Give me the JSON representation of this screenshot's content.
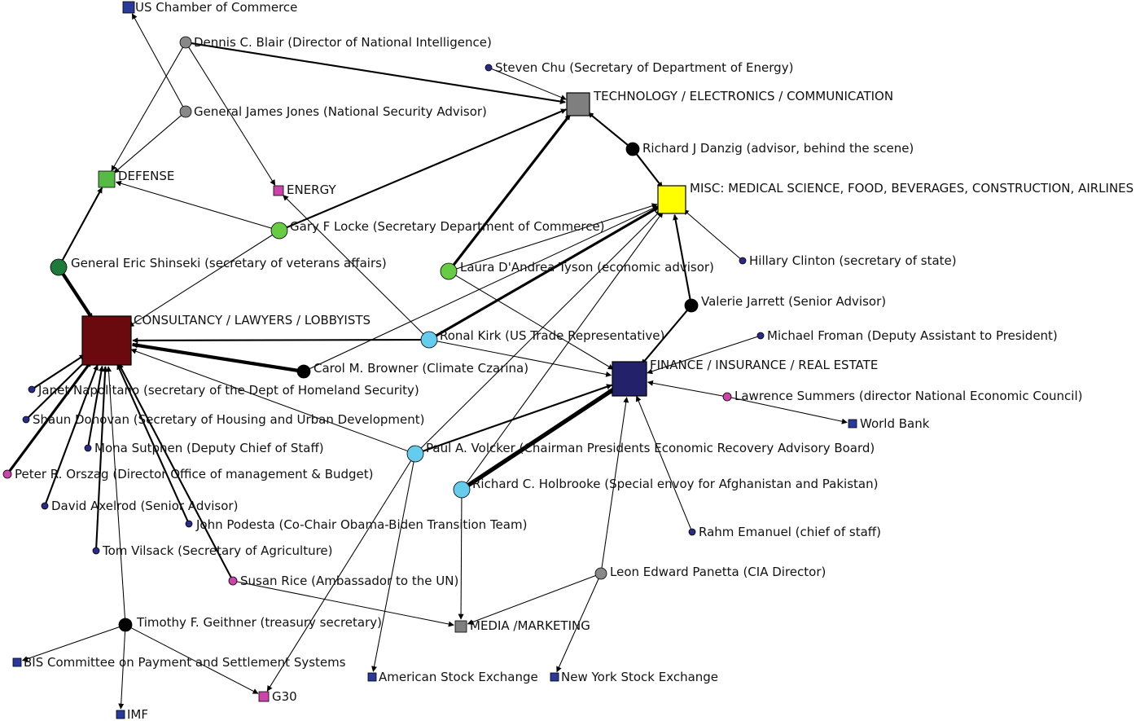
{
  "colors": {
    "consultancy": "#6b0a0e",
    "finance": "#24216b",
    "tech": "#7f7f7f",
    "misc": "#ffff00",
    "defense": "#55bb44",
    "energy": "#cc44aa",
    "media": "#7f7f7f",
    "small_square": "#2a3a9a",
    "g30": "#cc44aa",
    "black": "#000000",
    "dark_green": "#1d7a3a",
    "light_green": "#66cc44",
    "cyan": "#66ccee",
    "gray": "#888888",
    "navy": "#2a2a88",
    "pink": "#cc44aa",
    "edge": "#000000"
  },
  "nodes": [
    {
      "id": "uscc",
      "label": "US Chamber of Commerce",
      "shape": "square",
      "color": "small_square"
    },
    {
      "id": "blair",
      "label": "Dennis C. Blair  (Director of National Intelligence)",
      "shape": "circle",
      "color": "gray"
    },
    {
      "id": "chu",
      "label": "Steven Chu (Secretary of Department of Energy)",
      "shape": "circle",
      "color": "navy"
    },
    {
      "id": "tech",
      "label": "TECHNOLOGY / ELECTRONICS / COMMUNICATION",
      "shape": "square",
      "color": "tech"
    },
    {
      "id": "jones",
      "label": "General James Jones (National Security Advisor)",
      "shape": "circle",
      "color": "gray"
    },
    {
      "id": "danzig",
      "label": "Richard J Danzig (advisor, behind the scene)",
      "shape": "circle",
      "color": "black"
    },
    {
      "id": "defense",
      "label": "DEFENSE",
      "shape": "square",
      "color": "defense"
    },
    {
      "id": "energy",
      "label": "ENERGY",
      "shape": "square",
      "color": "energy"
    },
    {
      "id": "misc",
      "label": "MISC: MEDICAL SCIENCE, FOOD, BEVERAGES, CONSTRUCTION, AIRLINES",
      "shape": "square",
      "color": "misc"
    },
    {
      "id": "locke",
      "label": "Gary F Locke (Secretary Department of Commerce)",
      "shape": "circle",
      "color": "light_green"
    },
    {
      "id": "shinseki",
      "label": "General Eric Shinseki (secretary of veterans affairs)",
      "shape": "circle",
      "color": "dark_green"
    },
    {
      "id": "tyson",
      "label": "Laura D'Andrea Tyson (economic advisor)",
      "shape": "circle",
      "color": "light_green"
    },
    {
      "id": "clinton",
      "label": "Hillary Clinton (secretary of state)",
      "shape": "circle",
      "color": "navy"
    },
    {
      "id": "jarrett",
      "label": "Valerie Jarrett (Senior Advisor)",
      "shape": "circle",
      "color": "black"
    },
    {
      "id": "consult",
      "label": "CONSULTANCY / LAWYERS / LOBBYISTS",
      "shape": "square",
      "color": "consultancy"
    },
    {
      "id": "kirk",
      "label": "Ronal Kirk (US Trade Representative)",
      "shape": "circle",
      "color": "cyan"
    },
    {
      "id": "froman",
      "label": "Michael Froman (Deputy Assistant to President)",
      "shape": "circle",
      "color": "navy"
    },
    {
      "id": "finance",
      "label": "FINANCE / INSURANCE / REAL ESTATE",
      "shape": "square",
      "color": "finance"
    },
    {
      "id": "browner",
      "label": "Carol M. Browner (Climate Czarina)",
      "shape": "circle",
      "color": "black"
    },
    {
      "id": "napolitano",
      "label": "Janet Napolitano (secretary of the Dept of Homeland Security)",
      "shape": "circle",
      "color": "navy"
    },
    {
      "id": "summers",
      "label": "Lawrence Summers (director National Economic Council)",
      "shape": "circle",
      "color": "pink"
    },
    {
      "id": "worldbank",
      "label": "World Bank",
      "shape": "square",
      "color": "small_square"
    },
    {
      "id": "donovan",
      "label": "Shaun Donovan (Secretary of Housing and Urban Development)",
      "shape": "circle",
      "color": "navy"
    },
    {
      "id": "sutphen",
      "label": "Mona Sutphen (Deputy Chief of Staff)",
      "shape": "circle",
      "color": "navy"
    },
    {
      "id": "volcker",
      "label": "Paul A. Volcker (Chairman Presidents Economic Recovery Advisory Board)",
      "shape": "circle",
      "color": "cyan"
    },
    {
      "id": "orszag",
      "label": "Peter R. Orszag (Director Office of management & Budget)",
      "shape": "circle",
      "color": "pink"
    },
    {
      "id": "holbrooke",
      "label": "Richard C. Holbrooke (Special envoy for Afghanistan and Pakistan)",
      "shape": "circle",
      "color": "cyan"
    },
    {
      "id": "axelrod",
      "label": "David Axelrod (Senior Advisor)",
      "shape": "circle",
      "color": "navy"
    },
    {
      "id": "podesta",
      "label": "John Podesta (Co-Chair Obama-Biden Transition Team)",
      "shape": "circle",
      "color": "navy"
    },
    {
      "id": "emanuel",
      "label": "Rahm Emanuel (chief of staff)",
      "shape": "circle",
      "color": "navy"
    },
    {
      "id": "vilsack",
      "label": "Tom Vilsack (Secretary of Agriculture)",
      "shape": "circle",
      "color": "navy"
    },
    {
      "id": "panetta",
      "label": "Leon Edward Panetta (CIA Director)",
      "shape": "circle",
      "color": "gray"
    },
    {
      "id": "rice",
      "label": "Susan Rice (Ambassador to the UN)",
      "shape": "circle",
      "color": "pink"
    },
    {
      "id": "geithner",
      "label": "Timothy F. Geithner (treasury secretary)",
      "shape": "circle",
      "color": "black"
    },
    {
      "id": "media",
      "label": "MEDIA /MARKETING",
      "shape": "square",
      "color": "media"
    },
    {
      "id": "bis",
      "label": "BIS Committee on Payment and Settlement Systems",
      "shape": "square",
      "color": "small_square"
    },
    {
      "id": "amex",
      "label": "American Stock Exchange",
      "shape": "square",
      "color": "small_square"
    },
    {
      "id": "nyse",
      "label": "New York Stock Exchange",
      "shape": "square",
      "color": "small_square"
    },
    {
      "id": "g30",
      "label": "G30",
      "shape": "square",
      "color": "g30"
    },
    {
      "id": "imf",
      "label": "IMF",
      "shape": "square",
      "color": "small_square"
    }
  ],
  "edges": [
    {
      "from": "jones",
      "to": "uscc",
      "weight": 1
    },
    {
      "from": "blair",
      "to": "defense",
      "weight": 1
    },
    {
      "from": "blair",
      "to": "energy",
      "weight": 1
    },
    {
      "from": "blair",
      "to": "tech",
      "weight": 2
    },
    {
      "from": "jones",
      "to": "defense",
      "weight": 1
    },
    {
      "from": "chu",
      "to": "tech",
      "weight": 1
    },
    {
      "from": "danzig",
      "to": "tech",
      "weight": 2
    },
    {
      "from": "danzig",
      "to": "misc",
      "weight": 2
    },
    {
      "from": "locke",
      "to": "defense",
      "weight": 1
    },
    {
      "from": "locke",
      "to": "tech",
      "weight": 2
    },
    {
      "from": "locke",
      "to": "consult",
      "weight": 1
    },
    {
      "from": "shinseki",
      "to": "defense",
      "weight": 2
    },
    {
      "from": "shinseki",
      "to": "consult",
      "weight": 4
    },
    {
      "from": "tyson",
      "to": "tech",
      "weight": 3
    },
    {
      "from": "tyson",
      "to": "misc",
      "weight": 1
    },
    {
      "from": "tyson",
      "to": "finance",
      "weight": 1
    },
    {
      "from": "clinton",
      "to": "misc",
      "weight": 1
    },
    {
      "from": "jarrett",
      "to": "misc",
      "weight": 2
    },
    {
      "from": "jarrett",
      "to": "finance",
      "weight": 2
    },
    {
      "from": "kirk",
      "to": "energy",
      "weight": 1
    },
    {
      "from": "kirk",
      "to": "consult",
      "weight": 2
    },
    {
      "from": "kirk",
      "to": "misc",
      "weight": 3
    },
    {
      "from": "kirk",
      "to": "finance",
      "weight": 1
    },
    {
      "from": "browner",
      "to": "consult",
      "weight": 4
    },
    {
      "from": "browner",
      "to": "misc",
      "weight": 1
    },
    {
      "from": "froman",
      "to": "finance",
      "weight": 1
    },
    {
      "from": "summers",
      "to": "finance",
      "weight": 1
    },
    {
      "from": "summers",
      "to": "worldbank",
      "weight": 1
    },
    {
      "from": "volcker",
      "to": "consult",
      "weight": 1
    },
    {
      "from": "volcker",
      "to": "finance",
      "weight": 2
    },
    {
      "from": "volcker",
      "to": "misc",
      "weight": 1
    },
    {
      "from": "volcker",
      "to": "g30",
      "weight": 1
    },
    {
      "from": "volcker",
      "to": "amex",
      "weight": 1
    },
    {
      "from": "holbrooke",
      "to": "finance",
      "weight": 5
    },
    {
      "from": "holbrooke",
      "to": "misc",
      "weight": 1
    },
    {
      "from": "holbrooke",
      "to": "media",
      "weight": 1
    },
    {
      "from": "emanuel",
      "to": "finance",
      "weight": 1
    },
    {
      "from": "panetta",
      "to": "finance",
      "weight": 1
    },
    {
      "from": "panetta",
      "to": "media",
      "weight": 1
    },
    {
      "from": "panetta",
      "to": "nyse",
      "weight": 1
    },
    {
      "from": "rice",
      "to": "media",
      "weight": 1
    },
    {
      "from": "napolitano",
      "to": "consult",
      "weight": 2
    },
    {
      "from": "donovan",
      "to": "consult",
      "weight": 2
    },
    {
      "from": "sutphen",
      "to": "consult",
      "weight": 2
    },
    {
      "from": "orszag",
      "to": "consult",
      "weight": 3
    },
    {
      "from": "axelrod",
      "to": "consult",
      "weight": 2
    },
    {
      "from": "podesta",
      "to": "consult",
      "weight": 2
    },
    {
      "from": "vilsack",
      "to": "consult",
      "weight": 2
    },
    {
      "from": "rice",
      "to": "consult",
      "weight": 2
    },
    {
      "from": "geithner",
      "to": "consult",
      "weight": 1
    },
    {
      "from": "geithner",
      "to": "bis",
      "weight": 1
    },
    {
      "from": "geithner",
      "to": "g30",
      "weight": 1
    },
    {
      "from": "geithner",
      "to": "imf",
      "weight": 1
    }
  ]
}
